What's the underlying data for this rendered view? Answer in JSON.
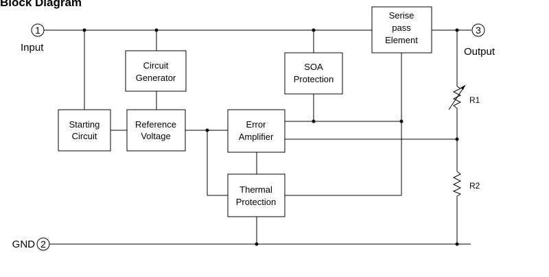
{
  "title": "Block Diagram",
  "blocks": {
    "starting_circuit": [
      "Starting",
      "Circuit"
    ],
    "circuit_generator": [
      "Circuit",
      "Generator"
    ],
    "reference_voltage": [
      "Reference",
      "Voltage"
    ],
    "error_amplifier": [
      "Error",
      "Amplifier"
    ],
    "thermal_protection": [
      "Thermal",
      "Protection"
    ],
    "soa_protection": [
      "SOA",
      "Protection"
    ],
    "series_pass_element": [
      "Serise",
      "pass",
      "Element"
    ]
  },
  "pins": {
    "input": {
      "number": "1",
      "label": "Input"
    },
    "gnd": {
      "number": "2",
      "label": "GND"
    },
    "output": {
      "number": "3",
      "label": "Output"
    }
  },
  "resistors": {
    "r1": "R1",
    "r2": "R2"
  }
}
